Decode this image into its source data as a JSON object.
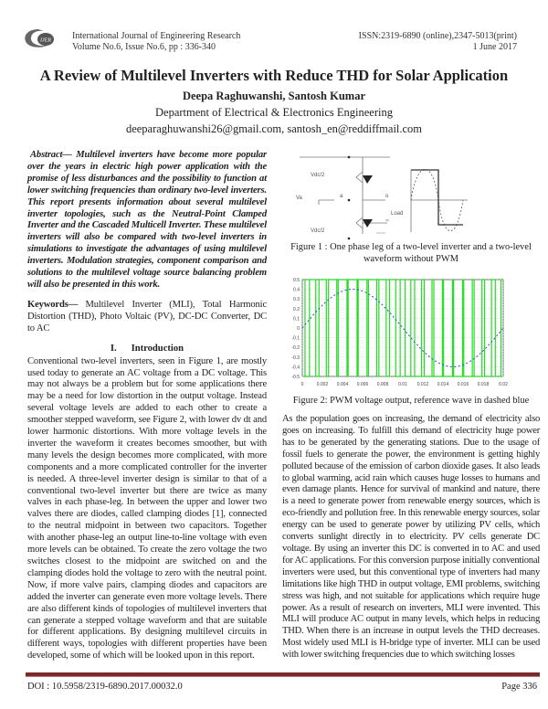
{
  "header": {
    "logo_text": "IJER",
    "journal": "International Journal of Engineering Research",
    "volume": "Volume No.6, Issue No.6, pp : 336-340",
    "issn": "ISSN:2319-6890 (online),2347-5013(print)",
    "date": "1 June 2017"
  },
  "paper": {
    "title": "A Review of Multilevel Inverters with Reduce THD for Solar Application",
    "authors": "Deepa Raghuwanshi, Santosh Kumar",
    "department": "Department of Electrical & Electronics Engineering",
    "emails": "deeparaghuwanshi26@gmail.com, santosh_en@reddiffmail.com"
  },
  "abstract": "Abstract— Multilevel inverters have become more popular over the years in electric high power application with the promise of less disturbances and the possibility to function at lower switching frequencies than ordinary two-level inverters. This report presents information about several multilevel inverter topologies, such as the Neutral-Point Clamped Inverter and the Cascaded Multicell Inverter. These multilevel inverters will also be compared with two-level inverters in simulations to investigate the advantages of using multilevel inverters. Modulation strategies, component comparison and solutions to the multilevel voltage source balancing problem will also be presented in this work.",
  "keywords": {
    "label": "Keywords—",
    "text": " Multilevel Inverter (MLI), Total Harmonic Distortion (THD), Photo Voltaic (PV), DC-DC Converter, DC to AC"
  },
  "introduction": {
    "heading": "I.      Introduction",
    "paragraph": "Conventional two-level inverters, seen in Figure 1, are mostly used today to generate an AC voltage from a DC voltage. This may not always be a problem but for some applications there may be a need for low distortion in the output voltage. Instead several voltage levels are added to each other to create a smoother stepped waveform, see Figure 2, with lower dv dt and lower harmonic distortions. With more voltage levels in the inverter the waveform it creates becomes smoother, but with many levels the design becomes more complicated, with more components and a more complicated controller for the inverter is needed. A three-level inverter design is similar to that of a conventional two-level inverter but there are twice as many valves in each phase-leg. In between the upper and lower two valves there are diodes, called clamping diodes [1], connected to the neutral midpoint in between two capacitors. Together with another phase-leg an output line-to-line voltage with even more levels can be obtained. To create the zero voltage the two switches closest to the midpoint are switched on and the clamping diodes hold the voltage to zero with the neutral point. Now, if more valve pairs, clamping diodes and capacitors are added the inverter can generate even more voltage levels. There are also different kinds of topologies of multilevel inverters that can generate a stepped voltage waveform and that are suitable for different applications. By designing multilevel circuits in different ways, topologies with different properties have been developed, some of which will be looked upon in this report."
  },
  "figure1": {
    "labels": {
      "vdc_top": "Vdc/2",
      "vdc_bottom": "Vdc/2",
      "va": "Va",
      "a": "a",
      "o": "o",
      "load": "Load"
    },
    "caption": "Figure 1 : One phase leg of a two-level inverter and a two-level waveform without PWM"
  },
  "figure2": {
    "caption": "Figure 2: PWM voltage output, reference wave in dashed blue",
    "y_ticks": [
      "0.5",
      "0.4",
      "0.3",
      "0.2",
      "0.1",
      "0",
      "-0.1",
      "-0.2",
      "-0.3",
      "-0.4",
      "-0.5"
    ],
    "x_ticks": [
      "0",
      "0.002",
      "0.004",
      "0.006",
      "0.008",
      "0.01",
      "0.012",
      "0.014",
      "0.016",
      "0.018",
      "0.02"
    ],
    "pwm_levels": [
      -0.5,
      0.5
    ],
    "reference_amplitude": 0.4,
    "colors": {
      "pwm": "#22dd22",
      "reference": "#3344dd"
    }
  },
  "right_paragraph": "As the population goes on increasing, the demand of electricity also goes on increasing. To fulfill this demand of electricity huge power has to be generated by the generating stations. Due to the usage of fossil fuels to generate the power, the environment is getting highly polluted because of the emission of carbon dioxide gases. It also leads to global warming, acid rain which causes huge losses to humans and even damage plants. Hence for survival of mankind and nature, there is a need to generate power from renewable energy sources, which is eco-friendly and pollution free. In this renewable energy sources, solar energy can be used to generate power by utilizing PV cells, which converts sunlight directly in to electricity. PV cells generate DC voltage. By using an inverter this DC is converted in to AC and used for AC applications. For this conversion purpose initially conventional inverters were used, but this conventional type of inverters had many limitations like high THD in output voltage, EMI problems, switching stress was high, and not suitable for applications which require huge power. As a result of research on inverters, MLI were invented. This MLI will produce AC output in many levels, which helps in reducing THD. When there is an increase in output levels the THD decreases. Most widely used MLI is H-bridge type of inverter. MLI can be used with lower switching frequencies due to which switching losses",
  "footer": {
    "doi": "DOI : 10.5958/2319-6890.2017.00032.0",
    "page": "Page 336"
  }
}
